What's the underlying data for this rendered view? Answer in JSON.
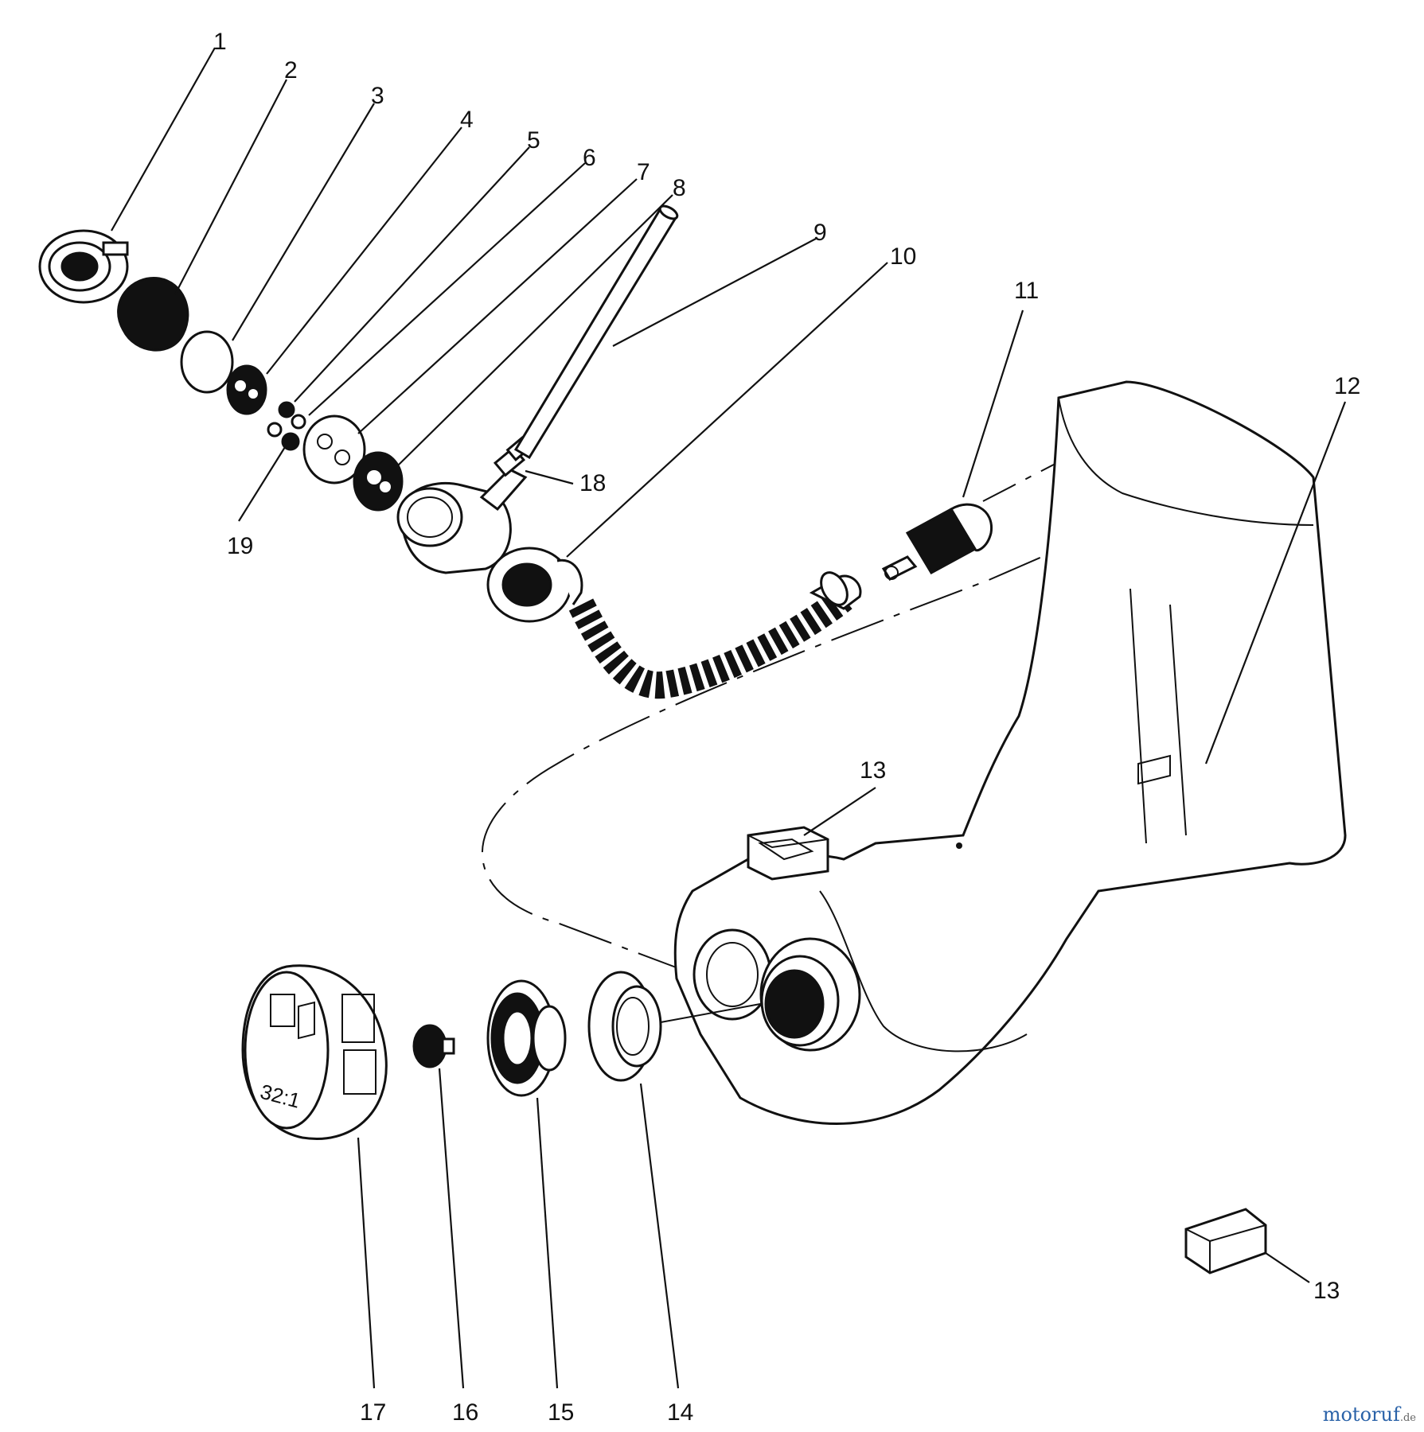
{
  "callouts": {
    "c1": "1",
    "c2": "2",
    "c3": "3",
    "c4": "4",
    "c5": "5",
    "c6": "6",
    "c7": "7",
    "c8": "8",
    "c9": "9",
    "c10": "10",
    "c11": "11",
    "c12": "12",
    "c13a": "13",
    "c13b": "13",
    "c14": "14",
    "c15": "15",
    "c16": "16",
    "c17": "17",
    "c18": "18",
    "c19": "19"
  },
  "cap_marking": "32:1",
  "watermark": {
    "brand": "motoruf",
    "tld": ".de"
  },
  "colors": {
    "ink": "#111111",
    "paper": "#ffffff",
    "wm_blue": "#2a62a8",
    "wm_orange": "#e08a10"
  }
}
